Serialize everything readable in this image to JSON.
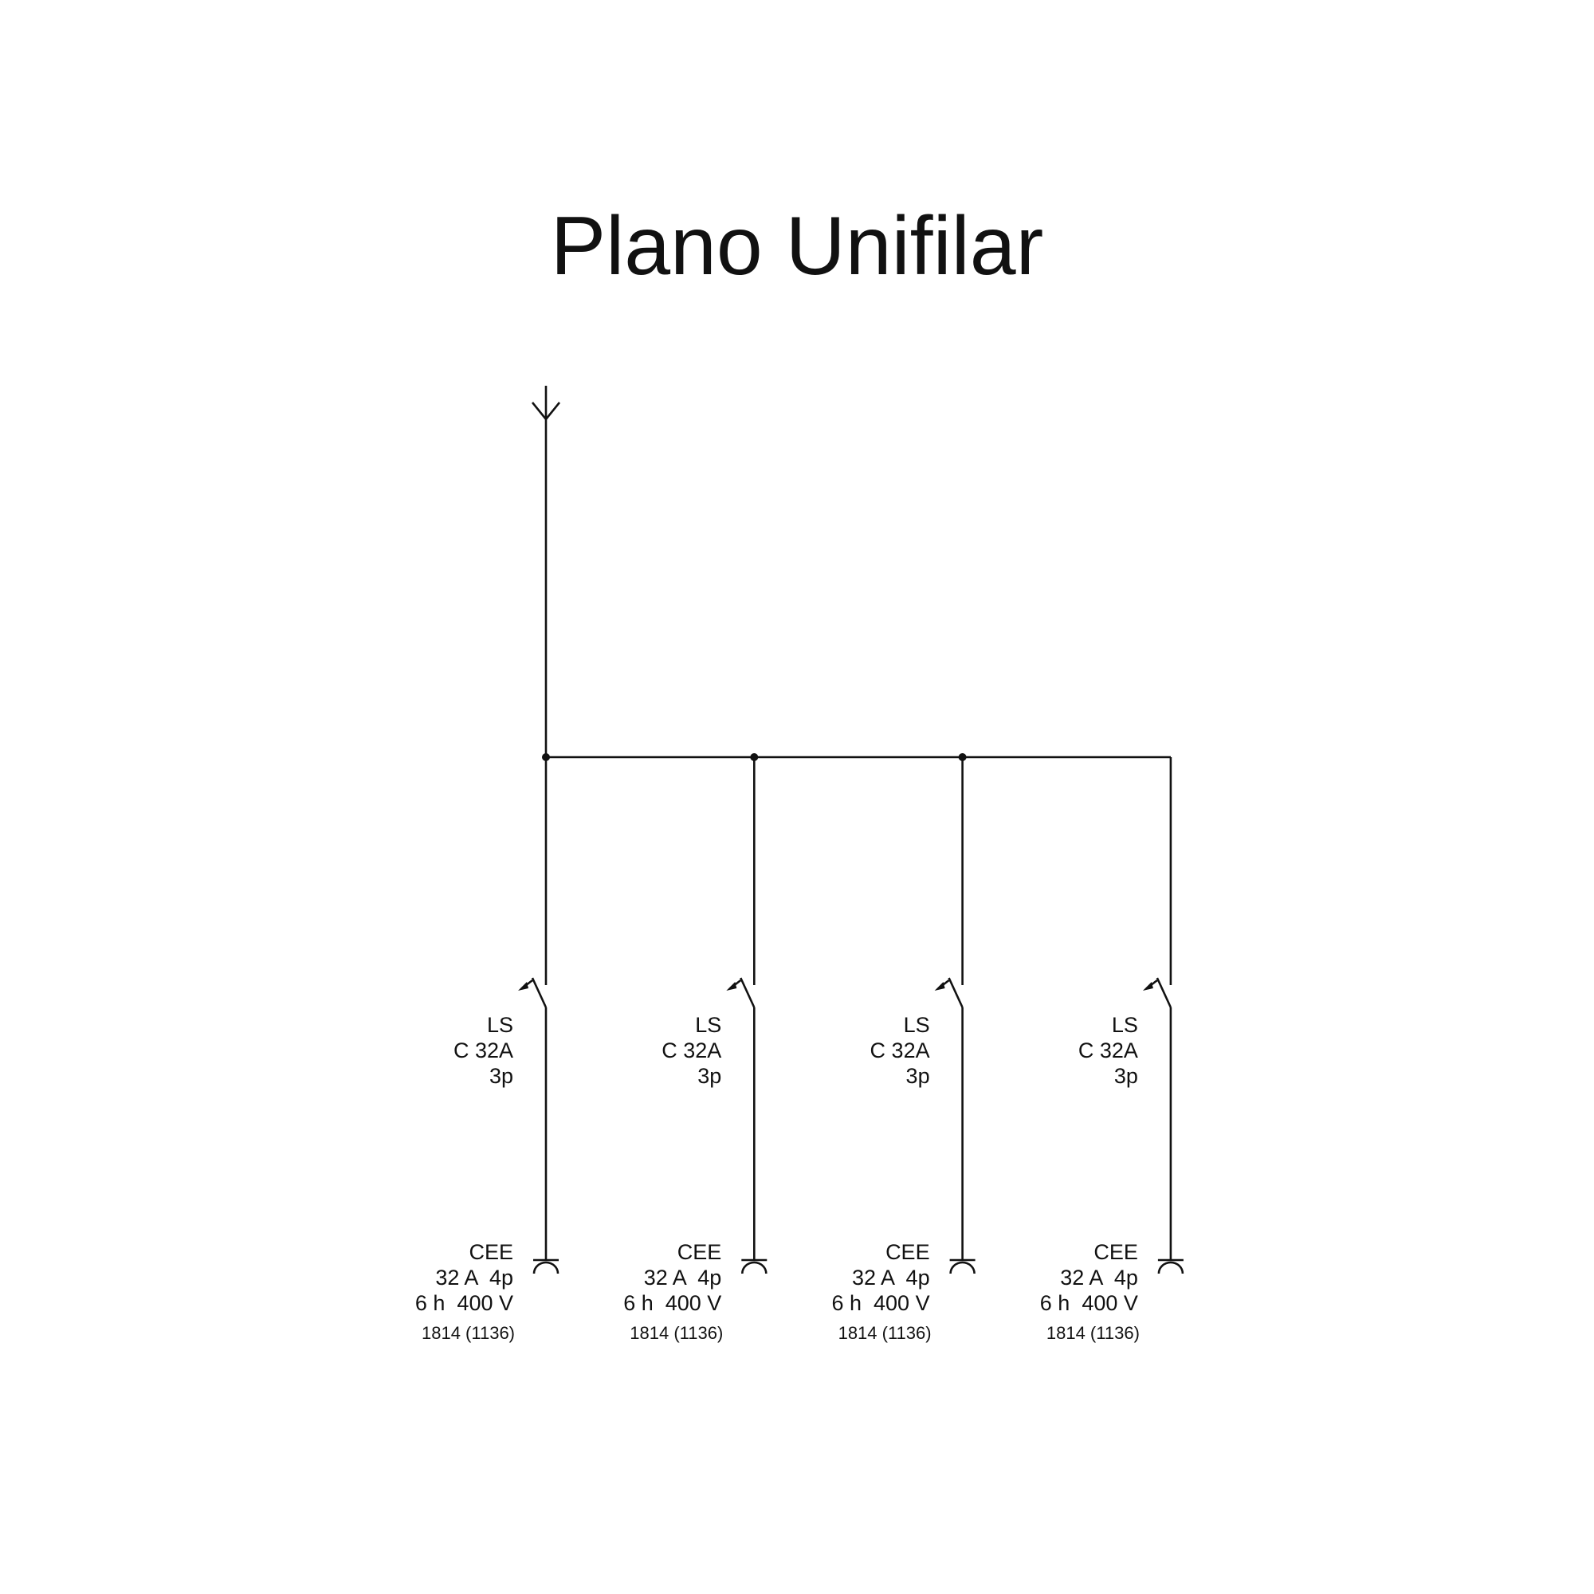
{
  "title": "Plano Unifilar",
  "colors": {
    "line": "#111111",
    "background": "#ffffff"
  },
  "feeder": {
    "symbol": "supply-arrow-icon"
  },
  "branches": [
    {
      "breaker": [
        "LS",
        "C 32A",
        "3p"
      ],
      "socket": [
        "CEE",
        "32 A  4p",
        "6 h  400 V"
      ],
      "id": "1814 (1136)",
      "junction": true
    },
    {
      "breaker": [
        "LS",
        "C 32A",
        "3p"
      ],
      "socket": [
        "CEE",
        "32 A  4p",
        "6 h  400 V"
      ],
      "id": "1814 (1136)",
      "junction": true
    },
    {
      "breaker": [
        "LS",
        "C 32A",
        "3p"
      ],
      "socket": [
        "CEE",
        "32 A  4p",
        "6 h  400 V"
      ],
      "id": "1814 (1136)",
      "junction": true
    },
    {
      "breaker": [
        "LS",
        "C 32A",
        "3p"
      ],
      "socket": [
        "CEE",
        "32 A  4p",
        "6 h  400 V"
      ],
      "id": "1814 (1136)",
      "junction": false
    }
  ]
}
